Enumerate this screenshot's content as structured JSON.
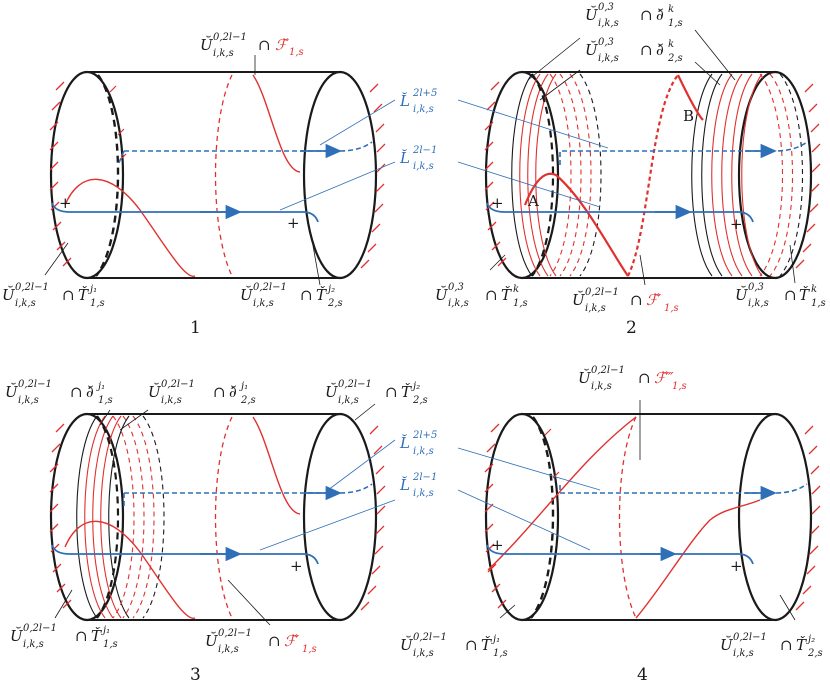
{
  "colors": {
    "red": "#e0312f",
    "blue": "#2f6fb8",
    "black": "#1a1a1a"
  },
  "panels": [
    {
      "number": "1",
      "labels": {
        "top": {
          "base": "Ŭ",
          "sup": "0,2l−1",
          "sub": "i,k,s",
          "op": "∩",
          "rbase": "ℱ̆",
          "rsub": "1,s"
        },
        "blue_top": {
          "base": "L̆",
          "sup": "2l+5",
          "sub": "i,k,s"
        },
        "blue_bot": {
          "base": "L̆",
          "sup": "2l−1",
          "sub": "i,k,s"
        },
        "bl": {
          "base": "Ŭ",
          "sup": "0,2l−1",
          "sub": "i,k,s",
          "op": "∩",
          "rbase": "Ť",
          "rsup": "j₁",
          "rsub": "1,s"
        },
        "br": {
          "base": "Ŭ",
          "sup": "0,2l−1",
          "sub": "i,k,s",
          "op": "∩",
          "rbase": "Ť",
          "rsup": "j₂",
          "rsub": "2,s"
        }
      }
    },
    {
      "number": "2",
      "labels": {
        "tr1": {
          "base": "Ŭ",
          "sup": "0,3",
          "sub": "i,k,s",
          "op": "∩",
          "rbase": "∂̆",
          "rsup": "k",
          "rsub": "1,s"
        },
        "tr2": {
          "base": "Ŭ",
          "sup": "0,3",
          "sub": "i,k,s",
          "op": "∩",
          "rbase": "∂̆",
          "rsup": "k",
          "rsub": "2,s"
        },
        "point_a": "A",
        "point_b": "B",
        "bl": {
          "base": "Ŭ",
          "sup": "0,3",
          "sub": "i,k,s",
          "op": "∩",
          "rbase": "Ť",
          "rsup": "k",
          "rsub": "1,s"
        },
        "bm": {
          "base": "Ŭ",
          "sup": "0,2l−1",
          "sub": "i,k,s",
          "op": "∩",
          "rbase": "ℱ̆′",
          "rsub": "1,s"
        },
        "br": {
          "base": "Ŭ",
          "sup": "0,3",
          "sub": "i,k,s",
          "op": "∩",
          "rbase": "Ť",
          "rsup": "k",
          "rsub": "1,s"
        }
      }
    },
    {
      "number": "3",
      "labels": {
        "t1": {
          "base": "Ŭ",
          "sup": "0,2l−1",
          "sub": "i,k,s",
          "op": "∩",
          "rbase": "∂̆",
          "rsup": "j₁",
          "rsub": "1,s"
        },
        "t2": {
          "base": "Ŭ",
          "sup": "0,2l−1",
          "sub": "i,k,s",
          "op": "∩",
          "rbase": "∂̆",
          "rsup": "j₁",
          "rsub": "2,s"
        },
        "t3": {
          "base": "Ŭ",
          "sup": "0,2l−1",
          "sub": "i,k,s",
          "op": "∩",
          "rbase": "Ť",
          "rsup": "j₂",
          "rsub": "2,s"
        },
        "blue_top": {
          "base": "L̆",
          "sup": "2l+5",
          "sub": "i,k,s"
        },
        "blue_bot": {
          "base": "L̆",
          "sup": "2l−1",
          "sub": "i,k,s"
        },
        "bl": {
          "base": "Ŭ",
          "sup": "0,2l−1",
          "sub": "i,k,s",
          "op": "∩",
          "rbase": "Ť",
          "rsup": "j₁",
          "rsub": "1,s"
        },
        "bm": {
          "base": "Ŭ",
          "sup": "0,2l−1",
          "sub": "i,k,s",
          "op": "∩",
          "rbase": "ℱ̆′",
          "rsub": "1,s"
        }
      }
    },
    {
      "number": "4",
      "labels": {
        "top": {
          "base": "Ŭ",
          "sup": "0,2l−1",
          "sub": "i,k,s",
          "op": "∩",
          "rbase": "ℱ̆‴",
          "rsub": "1,s"
        },
        "bl": {
          "base": "Ŭ",
          "sup": "0,2l−1",
          "sub": "i,k,s",
          "op": "∩",
          "rbase": "Ť",
          "rsup": "j₁",
          "rsub": "1,s"
        },
        "br": {
          "base": "Ŭ",
          "sup": "0,2l−1",
          "sub": "i,k,s",
          "op": "∩",
          "rbase": "Ť",
          "rsup": "j₂",
          "rsub": "2,s"
        }
      }
    }
  ]
}
